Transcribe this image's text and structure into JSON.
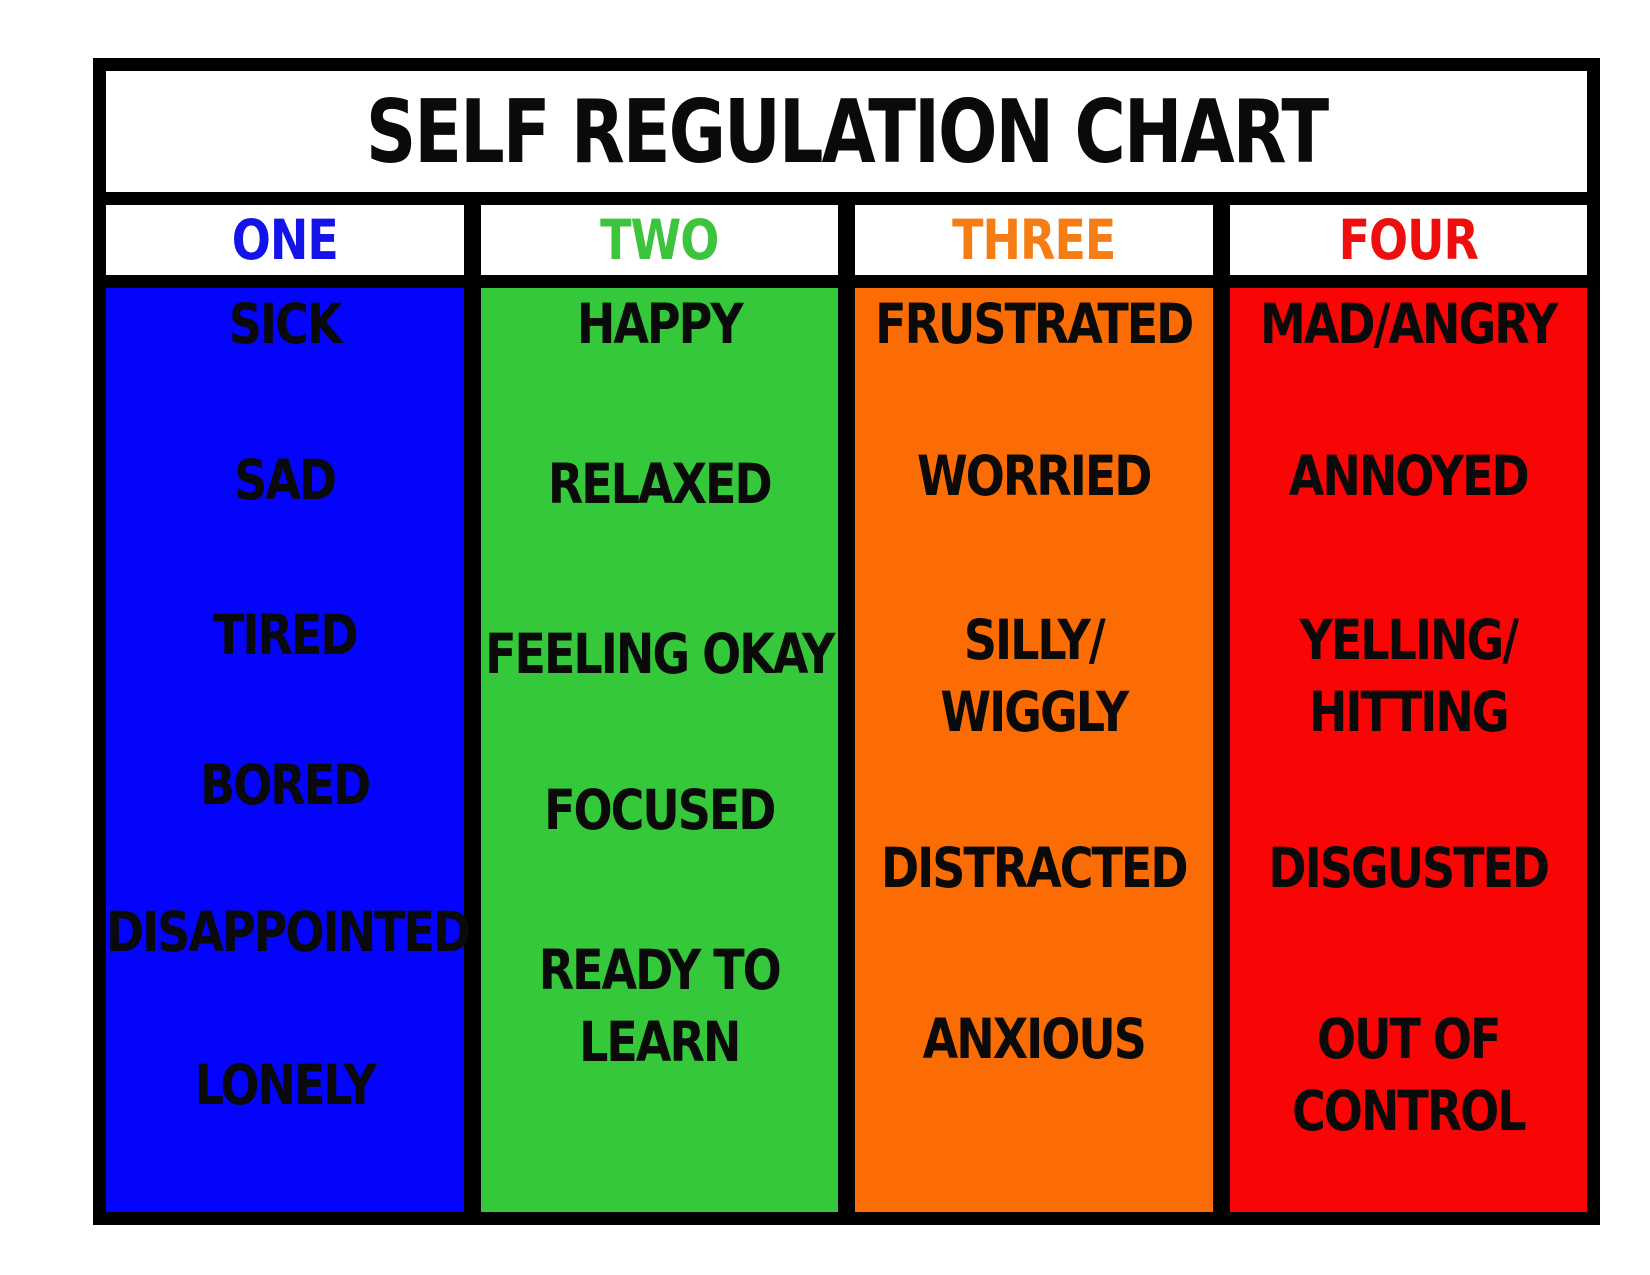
{
  "chart_data": {
    "type": "table",
    "title": "SELF REGULATION CHART",
    "text_color": "#0A0A0A",
    "border_color": "#000000",
    "background": "#FFFFFF",
    "columns": [
      {
        "header": "ONE",
        "header_color": "#1414EA",
        "column_color": "#0404FC",
        "emotions": [
          "SICK",
          "SAD",
          "TIRED",
          "BORED",
          "DISAPPOINTED",
          "LONELY"
        ]
      },
      {
        "header": "TWO",
        "header_color": "#3CC43C",
        "column_color": "#35C83A",
        "emotions": [
          "HAPPY",
          "RELAXED",
          "FEELING OKAY",
          "FOCUSED",
          "READY TO\nLEARN"
        ]
      },
      {
        "header": "THREE",
        "header_color": "#F57D14",
        "column_color": "#FB6D04",
        "emotions": [
          "FRUSTRATED",
          "WORRIED",
          "SILLY/\nWIGGLY",
          "DISTRACTED",
          "ANXIOUS"
        ]
      },
      {
        "header": "FOUR",
        "header_color": "#EE0E0E",
        "column_color": "#FA0505",
        "emotions": [
          "MAD/ANGRY",
          "ANNOYED",
          "YELLING/\nHITTING",
          "DISGUSTED",
          "OUT OF\nCONTROL"
        ]
      }
    ]
  }
}
